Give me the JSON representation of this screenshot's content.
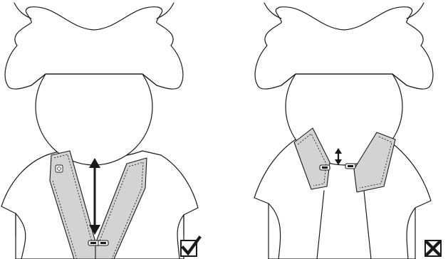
{
  "panels": [
    {
      "id": "correct",
      "badge_icon": "check-icon",
      "arrow_icon": "double-arrow-long-icon",
      "buckle_position": "chest"
    },
    {
      "id": "incorrect",
      "badge_icon": "cross-icon",
      "arrow_icon": "double-arrow-short-icon",
      "buckle_position": "neck"
    }
  ],
  "colors": {
    "strap_fill": "#d3d3d3",
    "outline": "#1a1a1a",
    "background": "#ffffff"
  }
}
